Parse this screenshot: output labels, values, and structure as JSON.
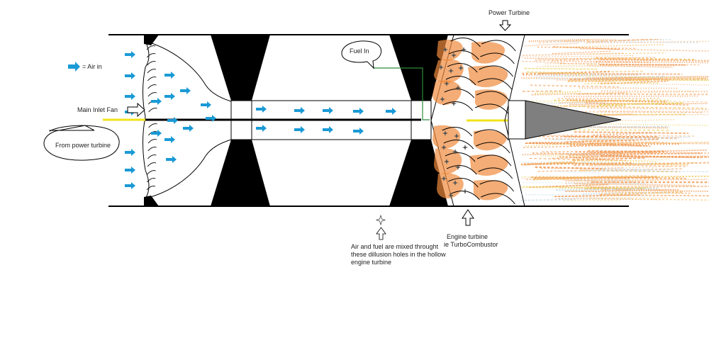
{
  "labels": {
    "power_turbine": "Power Turbine",
    "fuel_in": "Fuel In",
    "air_in_legend": "= Air in",
    "main_inlet_fan": "Main Inlet Fan",
    "from_power_turbine": "From power turbine",
    "engine_turbine_line1": "Engine turbine",
    "engine_turbine_line2": "ie TurboCombustor",
    "mixing_note": "Air and fuel are mixed throught these dillusion holes in the hollow engine turbine"
  },
  "colors": {
    "air_arrow": "#1a9ad6",
    "shaft": "#000000",
    "yellow_shaft": "#f2e21a",
    "fuel_line": "#2e8b3a",
    "flame": "#f08a3c",
    "cone": "#7f7f7f",
    "solid": "#000000"
  },
  "icons": {
    "air_arrow": "right-arrow-icon",
    "hollow_arrow": "hollow-arrow-icon",
    "sparkle": "four-point-star-icon"
  }
}
